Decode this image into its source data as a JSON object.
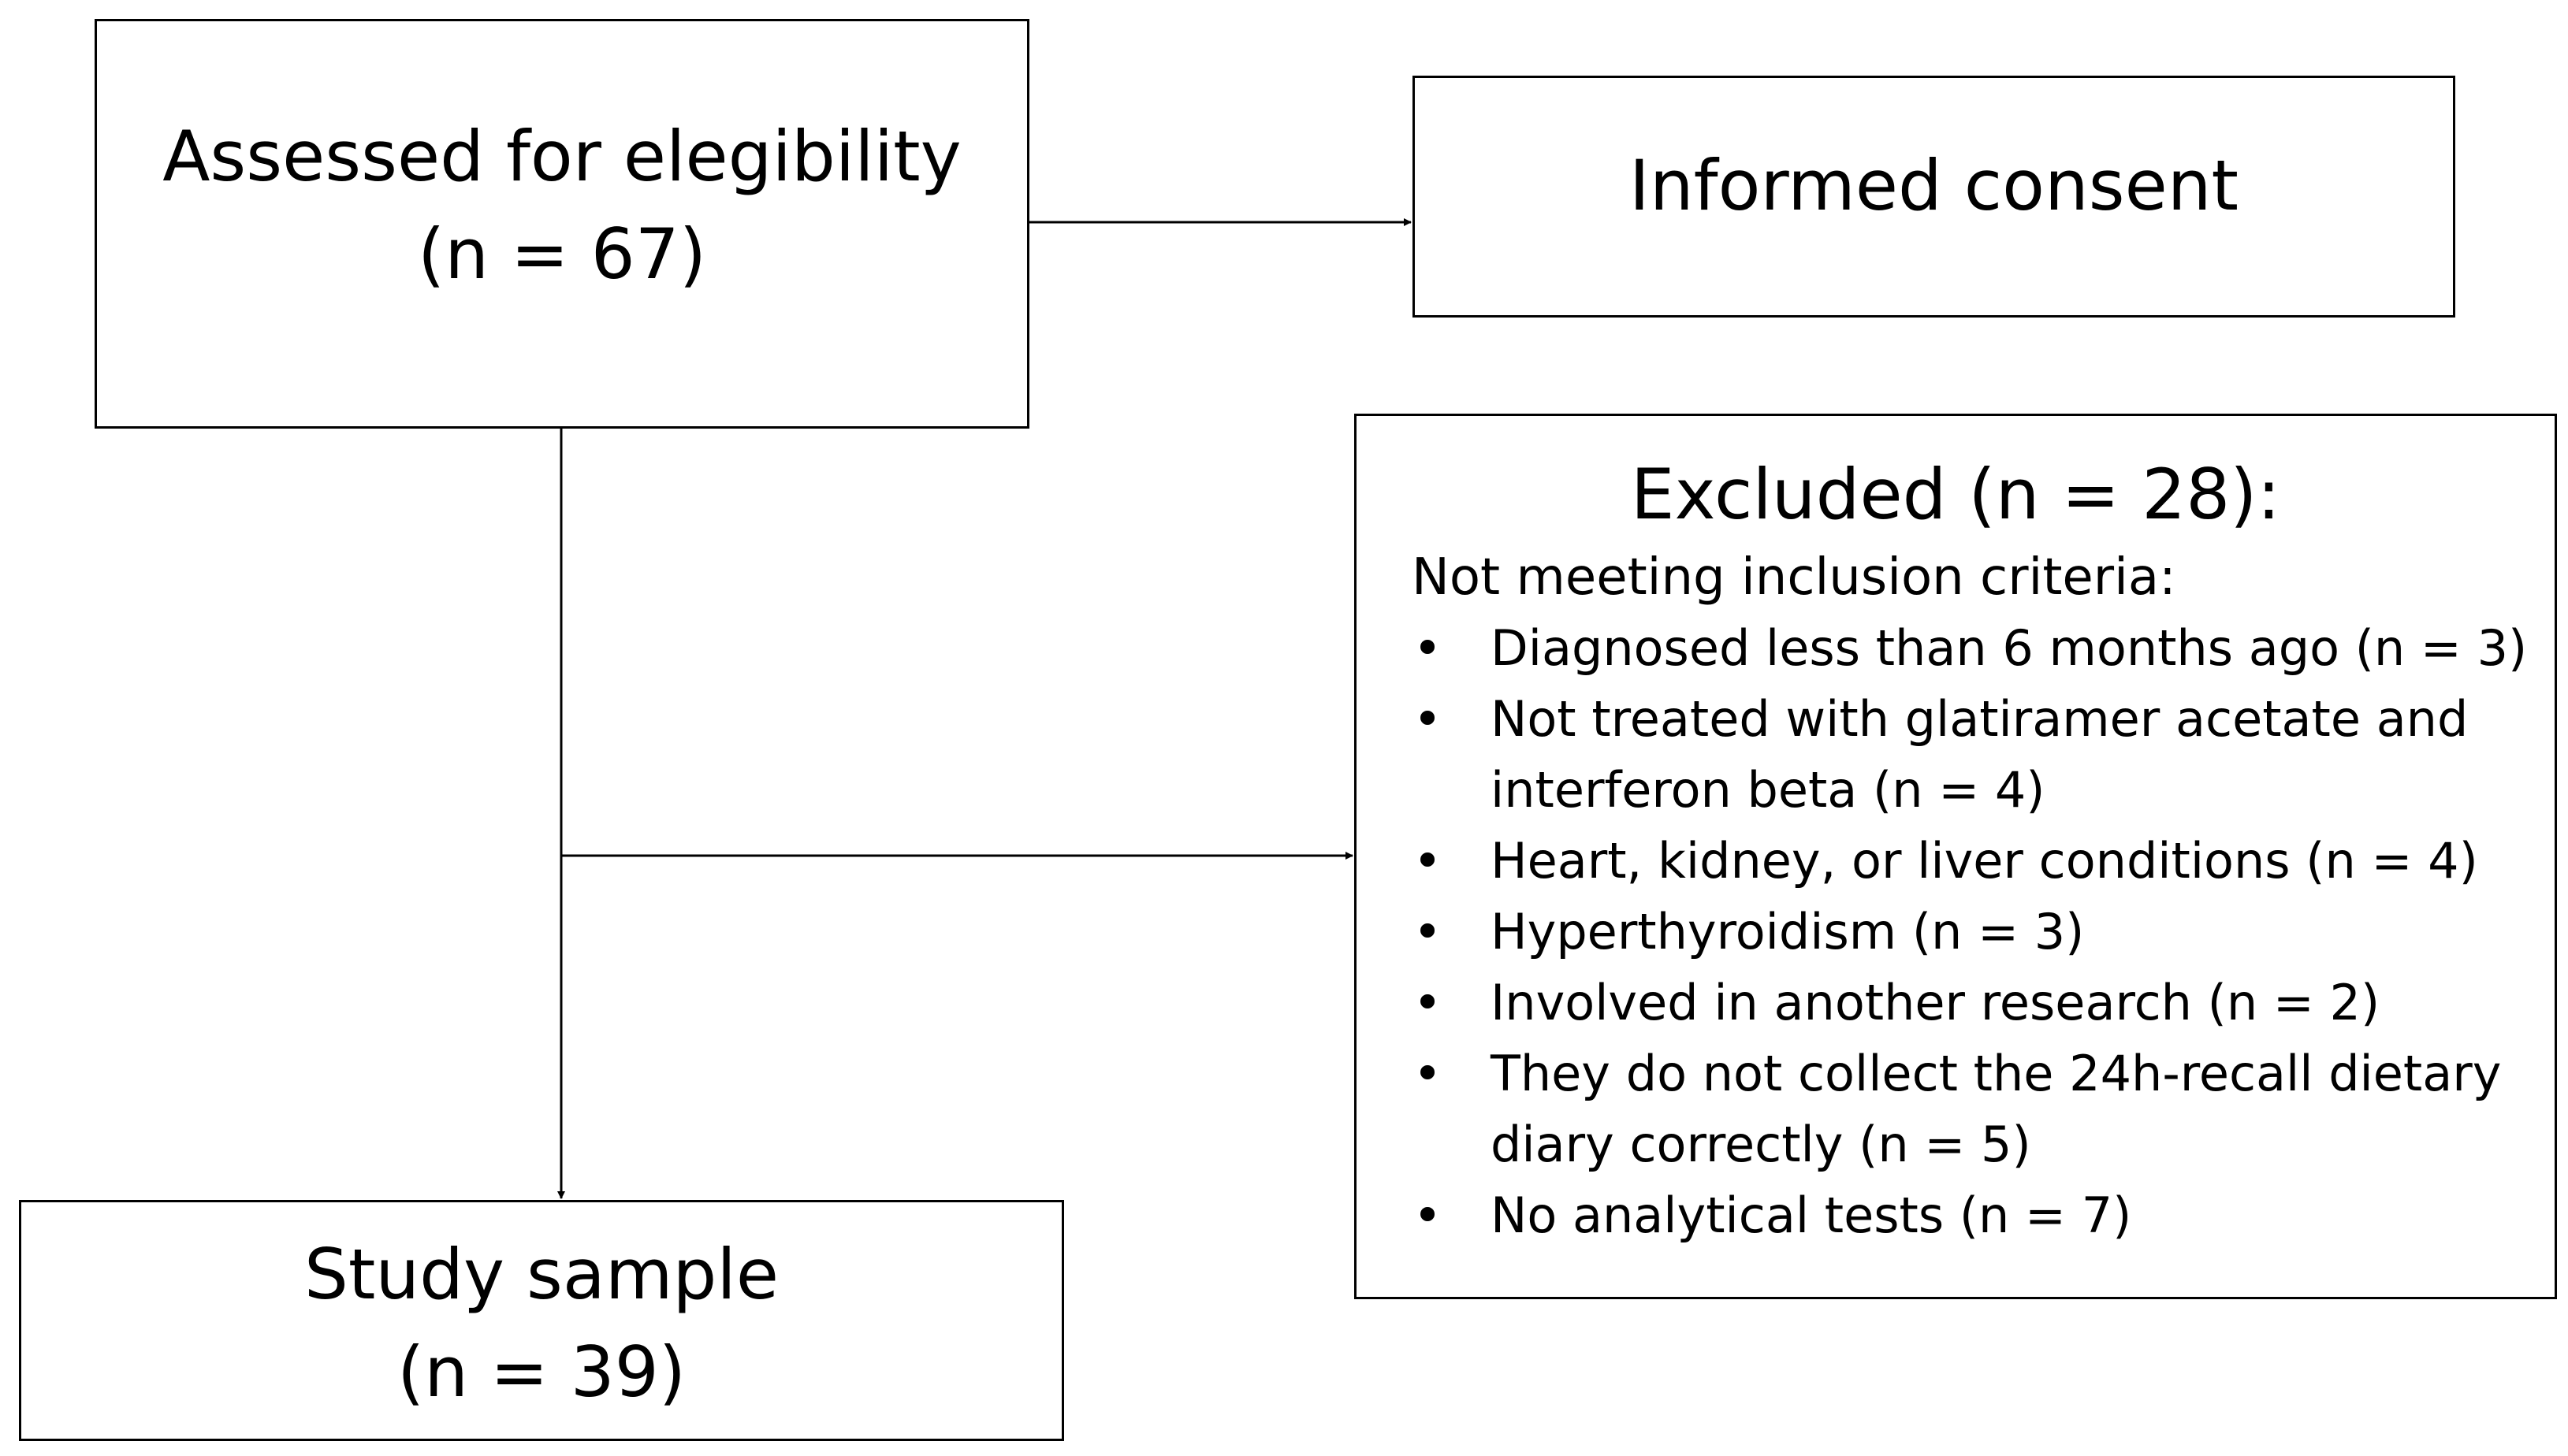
{
  "diagram": {
    "assessed": {
      "line1": "Assessed  for elegibility",
      "line2": "(n = 67)"
    },
    "consent": {
      "label": "Informed consent"
    },
    "excluded": {
      "title": "Excluded  (n = 28):",
      "subtitle": "Not meeting inclusion criteria:",
      "bullet_char": "•",
      "items": [
        "Diagnosed less than 6 months ago (n = 3)",
        "Not treated with glatiramer acetate and interferon beta (n = 4)",
        "Heart, kidney, or liver conditions (n = 4)",
        "Hyperthyroidism (n = 3)",
        "Involved in another research (n = 2)",
        "They do not collect the 24h-recall dietary diary correctly (n = 5)",
        "No analytical tests (n = 7)"
      ]
    },
    "sample": {
      "line1": "Study sample",
      "line2": "(n = 39)"
    }
  }
}
